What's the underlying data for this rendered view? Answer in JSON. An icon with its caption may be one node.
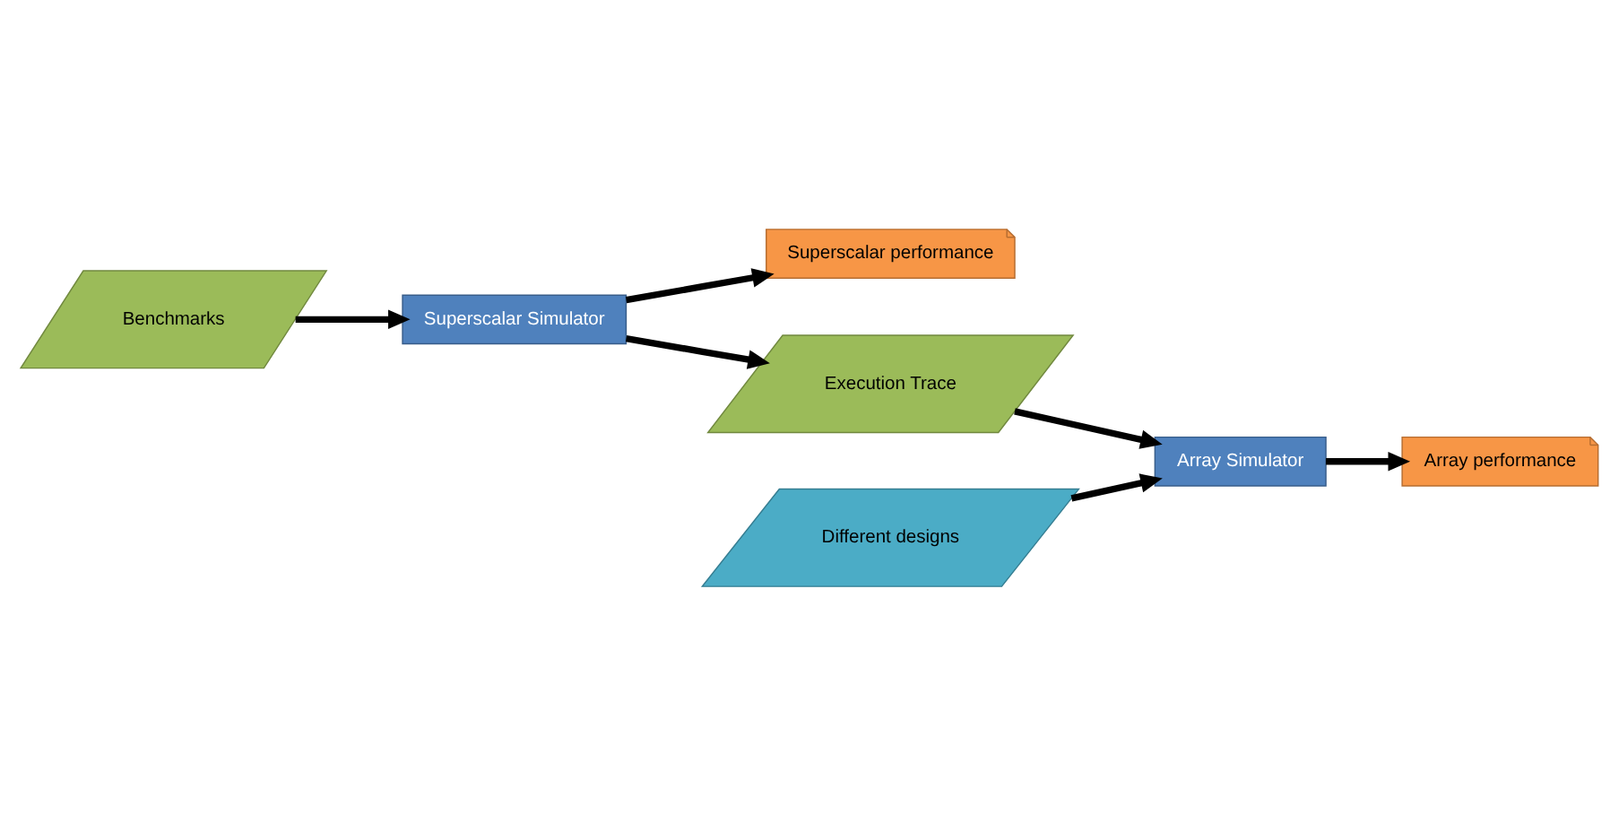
{
  "diagram": {
    "nodes": [
      {
        "text": [
          "Benchmarks"
        ]
      },
      {
        "text": [
          "Superscalar Simulator"
        ]
      },
      {
        "text": [
          "Superscalar performance"
        ]
      },
      {
        "text": [
          "Execution Trace"
        ]
      },
      {
        "text": [
          "Array Simulator"
        ]
      },
      {
        "text": [
          "Array performance"
        ]
      },
      {
        "text": [
          "Different designs"
        ]
      }
    ],
    "edges": [
      {
        "from": 0,
        "to": 1,
        "arrow": "to"
      },
      {
        "from": 1,
        "to": 2,
        "arrow": "to"
      },
      {
        "from": 1,
        "to": 3,
        "arrow": "to"
      },
      {
        "from": 3,
        "to": 4,
        "arrow": "to"
      },
      {
        "from": 4,
        "to": 5,
        "arrow": "to"
      },
      {
        "from": 6,
        "to": 4,
        "arrow": "to"
      }
    ]
  }
}
